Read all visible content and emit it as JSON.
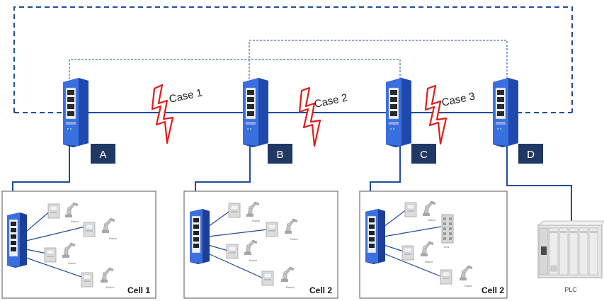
{
  "colors": {
    "ring_line": "#1f4e9c",
    "dashed_line": "#1f4e9c",
    "switch_body": "#2f5fd0",
    "switch_dark": "#1c3f99",
    "lightning": "#e51b1b",
    "node_label_bg": "#1f3864",
    "cell_border": "#555555",
    "robot_gray": "#b5b5b5"
  },
  "icons": {
    "switch": "network-switch-icon",
    "fault": "lightning-bolt-icon",
    "robot": "robot-arm-icon",
    "controller": "robot-controller-icon",
    "io": "io-module-icon",
    "plc": "plc-rack-icon"
  },
  "switches": [
    {
      "id": "switch-a",
      "label": "A"
    },
    {
      "id": "switch-b",
      "label": "B"
    },
    {
      "id": "switch-c",
      "label": "C"
    },
    {
      "id": "switch-d",
      "label": "D"
    }
  ],
  "faults": [
    {
      "id": "case-1",
      "label": "Case 1"
    },
    {
      "id": "case-2",
      "label": "Case 2"
    },
    {
      "id": "case-3",
      "label": "Case 3"
    }
  ],
  "cells": [
    {
      "id": "cell-1",
      "label": "Cell 1",
      "device_label": "Robot",
      "io_label": ""
    },
    {
      "id": "cell-2a",
      "label": "Cell 2",
      "device_label": "Robot",
      "io_label": ""
    },
    {
      "id": "cell-2b",
      "label": "Cell 2",
      "device_label": "Robot",
      "io_label": "I/Os"
    }
  ],
  "plc": {
    "label": "PLC"
  }
}
